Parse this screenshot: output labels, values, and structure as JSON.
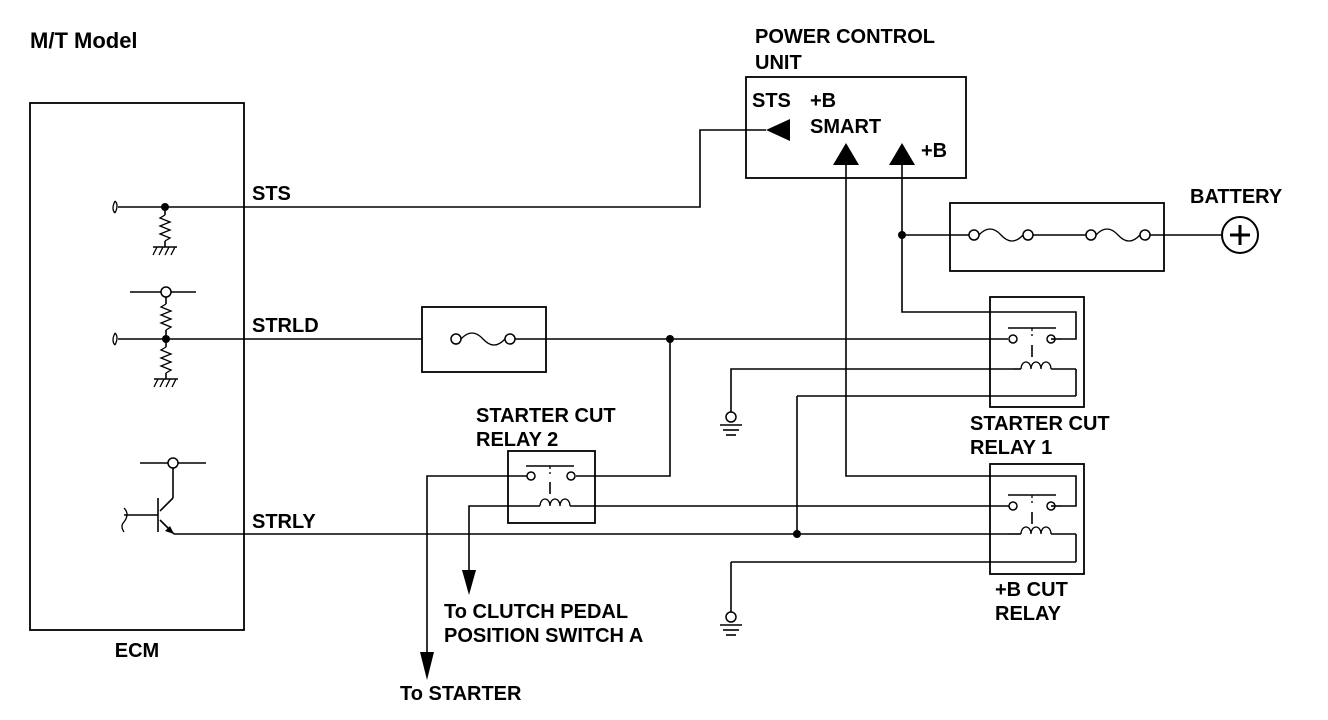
{
  "diagram": {
    "title": "M/T Model",
    "ecm": {
      "label": "ECM"
    },
    "power_control_unit": {
      "label_line1": "POWER CONTROL",
      "label_line2": "UNIT",
      "pin_sts": "STS",
      "pin_b_smart_line1": "+B",
      "pin_b_smart_line2": "SMART",
      "pin_b": "+B"
    },
    "battery": {
      "label": "BATTERY"
    },
    "signals": {
      "sts": "STS",
      "strld": "STRLD",
      "strly": "STRLY"
    },
    "starter_cut_relay_1": {
      "label_line1": "STARTER CUT",
      "label_line2": "RELAY 1"
    },
    "starter_cut_relay_2": {
      "label_line1": "STARTER CUT",
      "label_line2": "RELAY 2"
    },
    "b_cut_relay": {
      "label_line1": "+B CUT",
      "label_line2": "RELAY"
    },
    "outputs": {
      "clutch_line1": "To CLUTCH PEDAL",
      "clutch_line2": "POSITION SWITCH A",
      "starter": "To STARTER"
    }
  }
}
